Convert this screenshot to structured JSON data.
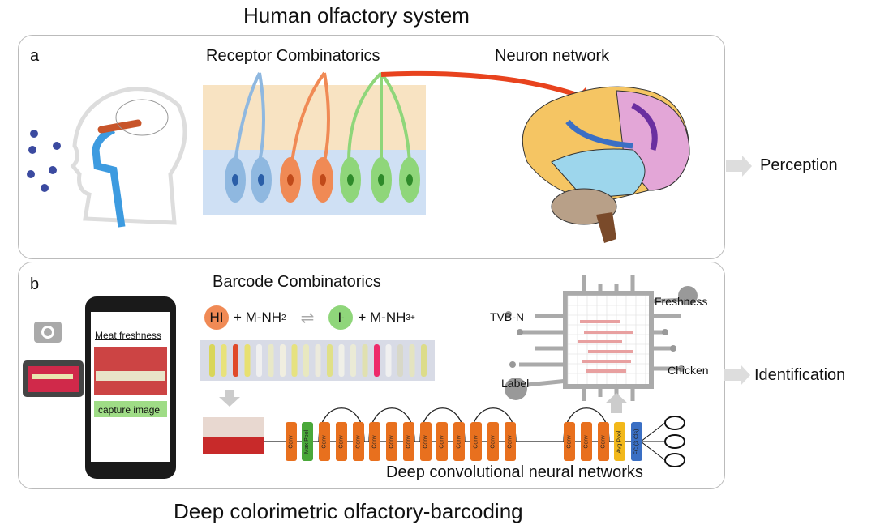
{
  "titles": {
    "top": "Human olfactory system",
    "bottom": "Deep colorimetric olfactory-barcoding"
  },
  "panel_a": {
    "label": "a",
    "receptor_title": "Receptor Combinatorics",
    "neuron_title": "Neuron network",
    "output": "Perception"
  },
  "panel_b": {
    "label": "b",
    "barcode_title": "Barcode Combinatorics",
    "phone": {
      "heading": "Meat freshness",
      "button": "capture image"
    },
    "reaction": {
      "left_reagent": "HI",
      "left_rest": "+ M-NH",
      "left_sub": "2",
      "right_reagent": "I",
      "right_sup_ion": "-",
      "right_rest": "+ M-NH",
      "right_sub": "3",
      "right_sup": "+"
    },
    "chip_labels": {
      "tvbn": "TVB-N",
      "freshness": "Freshness",
      "label": "Label",
      "chicken": "Chicken"
    },
    "cnn": {
      "layers": [
        "Conv",
        "Max Pool",
        "Conv",
        "Conv",
        "Conv",
        "Conv",
        "Conv",
        "Conv",
        "Conv",
        "Conv",
        "Conv",
        "Conv",
        "Conv",
        "Conv",
        "Conv",
        "Conv",
        "Conv",
        "Avg Pool",
        "FC (3 Cls)"
      ],
      "title": "Deep convolutional neural networks"
    },
    "output": "Identification"
  },
  "colors": {
    "blue": "#8fb8e0",
    "orange": "#f08a55",
    "green": "#8fd67a",
    "conv": "#e8701e",
    "maxpool": "#4aa83a",
    "avgpool": "#f2b81a",
    "fc": "#3a6fc4",
    "arrow_red": "#e8431e",
    "purple": "#6a2fa0"
  }
}
